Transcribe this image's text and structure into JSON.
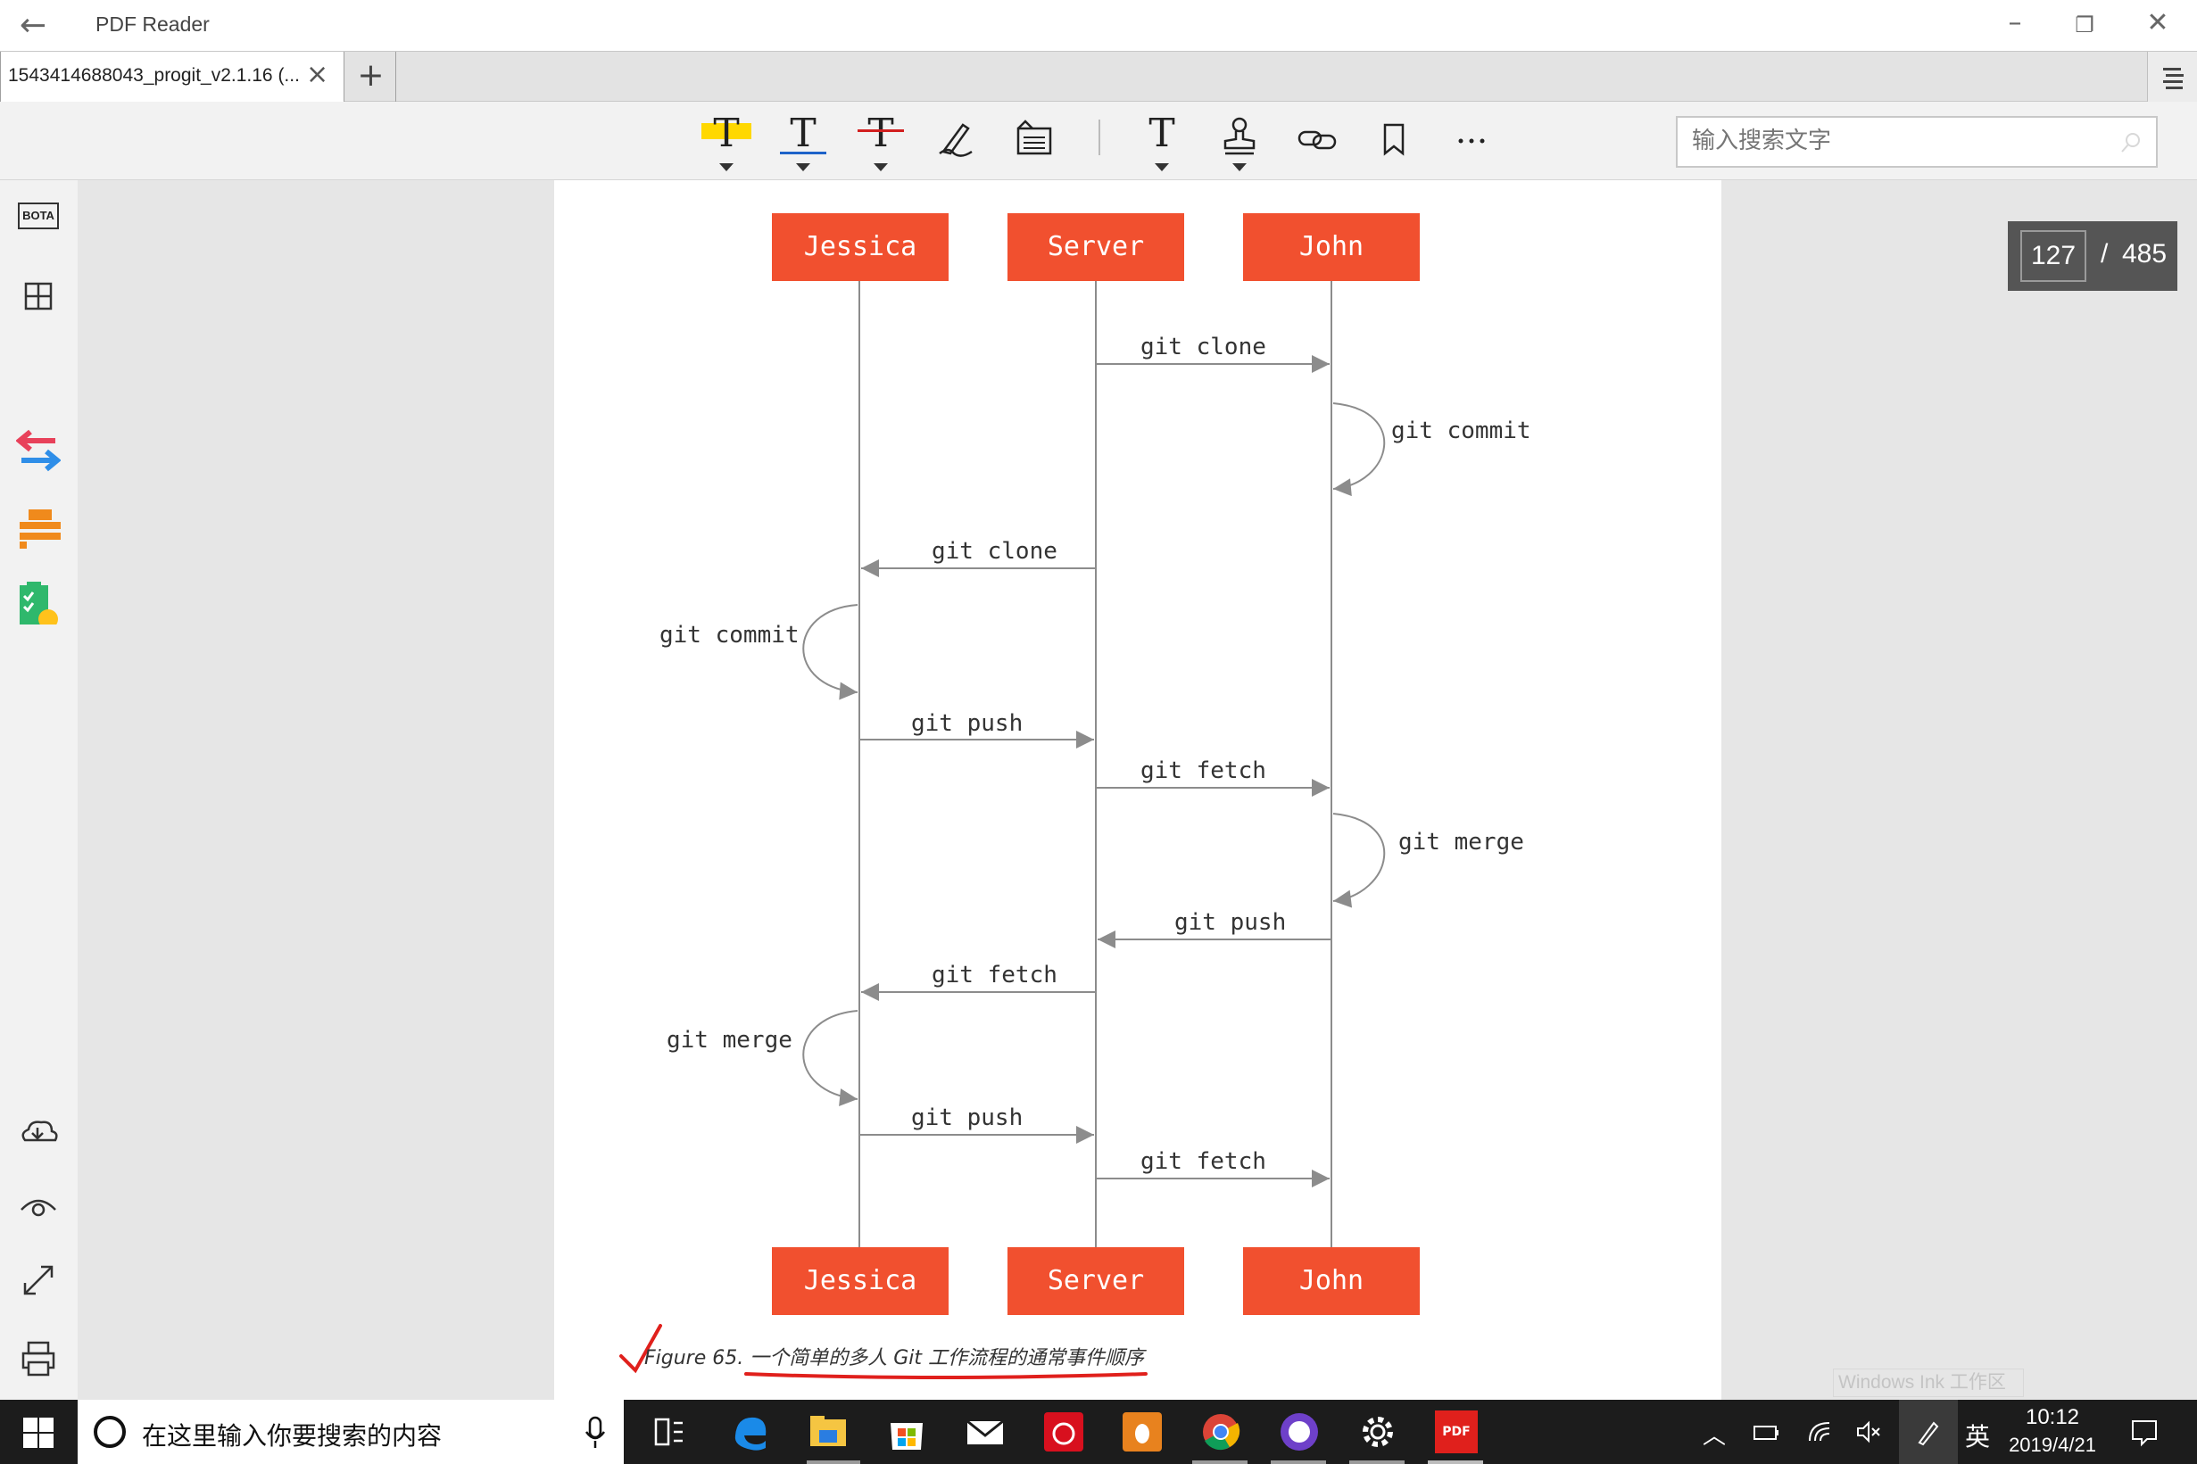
{
  "app": {
    "title": "PDF Reader"
  },
  "tabs": [
    {
      "label": "1543414688043_progit_v2.1.16 (..."
    }
  ],
  "toolbar": {
    "tools": [
      "highlight-text",
      "underline-text",
      "strikethrough-text",
      "freehand-draw",
      "note",
      "text-box",
      "stamp",
      "link",
      "bookmark",
      "more"
    ]
  },
  "search": {
    "placeholder": "输入搜索文字"
  },
  "page_indicator": {
    "current": "127",
    "separator": "/",
    "total": "485"
  },
  "diagram": {
    "actors": [
      "Jessica",
      "Server",
      "John"
    ],
    "messages": [
      "git clone",
      "git commit",
      "git clone",
      "git commit",
      "git push",
      "git fetch",
      "git merge",
      "git push",
      "git fetch",
      "git merge",
      "git push",
      "git fetch"
    ],
    "caption": "Figure 65. 一个简单的多人 Git 工作流程的通常事件顺序",
    "annotation_color": "#e0201c",
    "actor_color": "#f1502f"
  },
  "sidebar": {
    "bota_label": "BOTA"
  },
  "ink_workspace": "Windows Ink 工作区",
  "taskbar": {
    "search_placeholder": "在这里输入你要搜索的内容",
    "ime": "英",
    "time": "10:12",
    "date": "2019/4/21",
    "pdf_badge": "PDF"
  }
}
